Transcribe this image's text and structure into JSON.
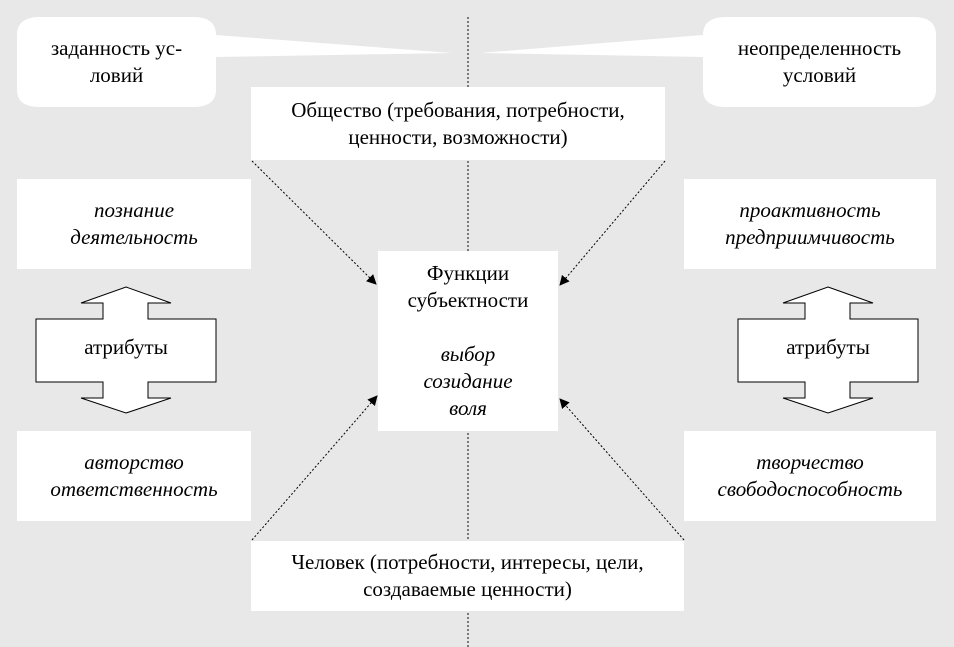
{
  "callouts": {
    "left": [
      "заданность ус-",
      "ловий"
    ],
    "right": [
      "неопределенность",
      "условий"
    ]
  },
  "society": [
    "Общество (требования, потребности,",
    "ценности, возможности)"
  ],
  "human": [
    "Человек (потребности, интересы, цели,",
    "создаваемые ценности)"
  ],
  "center": {
    "title": [
      "Функции",
      "субъектности"
    ],
    "items": [
      "выбор",
      "созидание",
      "воля"
    ]
  },
  "left": {
    "top": [
      "познание",
      "деятельность"
    ],
    "bottom": [
      "авторство",
      "ответственность"
    ],
    "arrow_label": "атрибуты"
  },
  "right": {
    "top": [
      "проактивность",
      "предприимчивость"
    ],
    "bottom": [
      "творчество",
      "свободоспособность"
    ],
    "arrow_label": "атрибуты"
  }
}
